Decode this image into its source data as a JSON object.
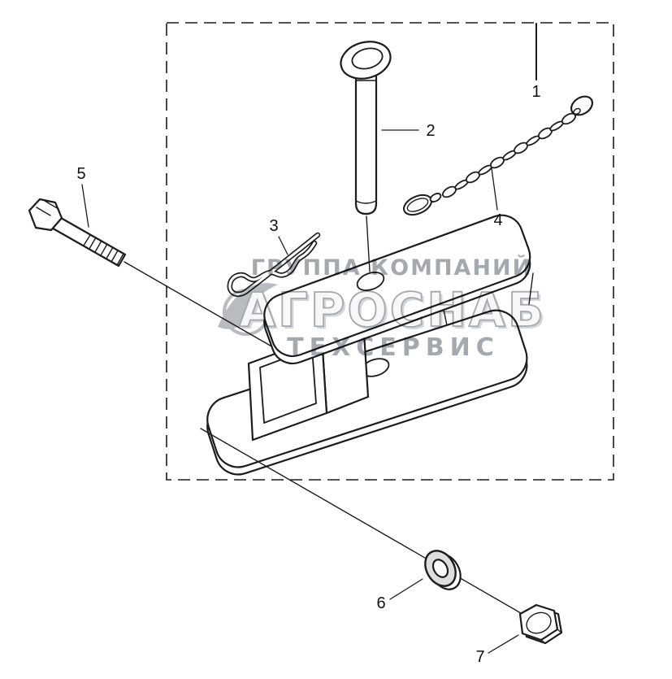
{
  "diagram": {
    "labels": {
      "part1": "1",
      "part2": "2",
      "part3": "3",
      "part4": "4",
      "part5": "5",
      "part6": "6",
      "part7": "7"
    },
    "watermark": {
      "line1": "ГРУППА КОМПАНИЙ",
      "line2": "АГРОСНАБ",
      "line3": "ТЕХСЕРВИС"
    },
    "colors": {
      "line": "#1c1c1c",
      "watermark": "#8d939b",
      "background": "#ffffff"
    }
  }
}
